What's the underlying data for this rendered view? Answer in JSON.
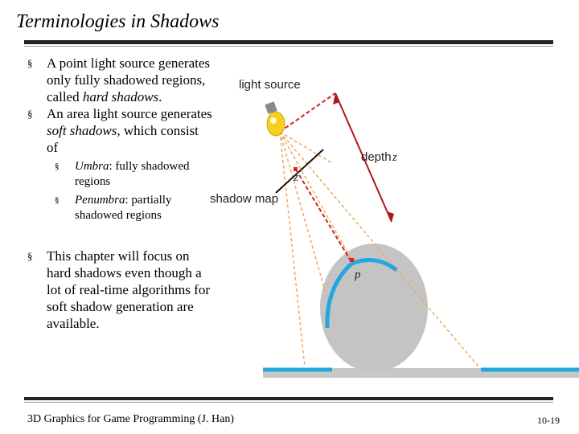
{
  "title": "Terminologies in Shadows",
  "bullets": {
    "b1": "A point light source generates only fully shadowed regions, called",
    "b1_em": "hard shadows",
    "b1_end": ".",
    "b2_a": "An area light source generates",
    "b2_em": "soft shadows",
    "b2_b": ", which consist of",
    "sub1_em": "Umbra",
    "sub1_rest": ": fully shadowed regions",
    "sub2_em": "Penumbra",
    "sub2_rest": ": partially shadowed regions",
    "b3": "This chapter will focus on hard shadows even though a lot of real-time algorithms for soft shadow generation are available.",
    "marker": "§",
    "sub_marker": "§"
  },
  "figure": {
    "light_source": "light source",
    "shadow_map": "shadow map",
    "depth": "depth",
    "depth_var": "z",
    "z_label": "z",
    "p_label": "p",
    "colors": {
      "shadow_edge": "#22a7e0",
      "marker": "#e0201a",
      "ground": "#c8c8c8",
      "sphere": "#c4c4c4",
      "ray": "#f0a860",
      "depth_ray": "#d42020"
    }
  },
  "footer": {
    "course": "3D Graphics for Game Programming (J. Han)",
    "page": "10-19"
  }
}
